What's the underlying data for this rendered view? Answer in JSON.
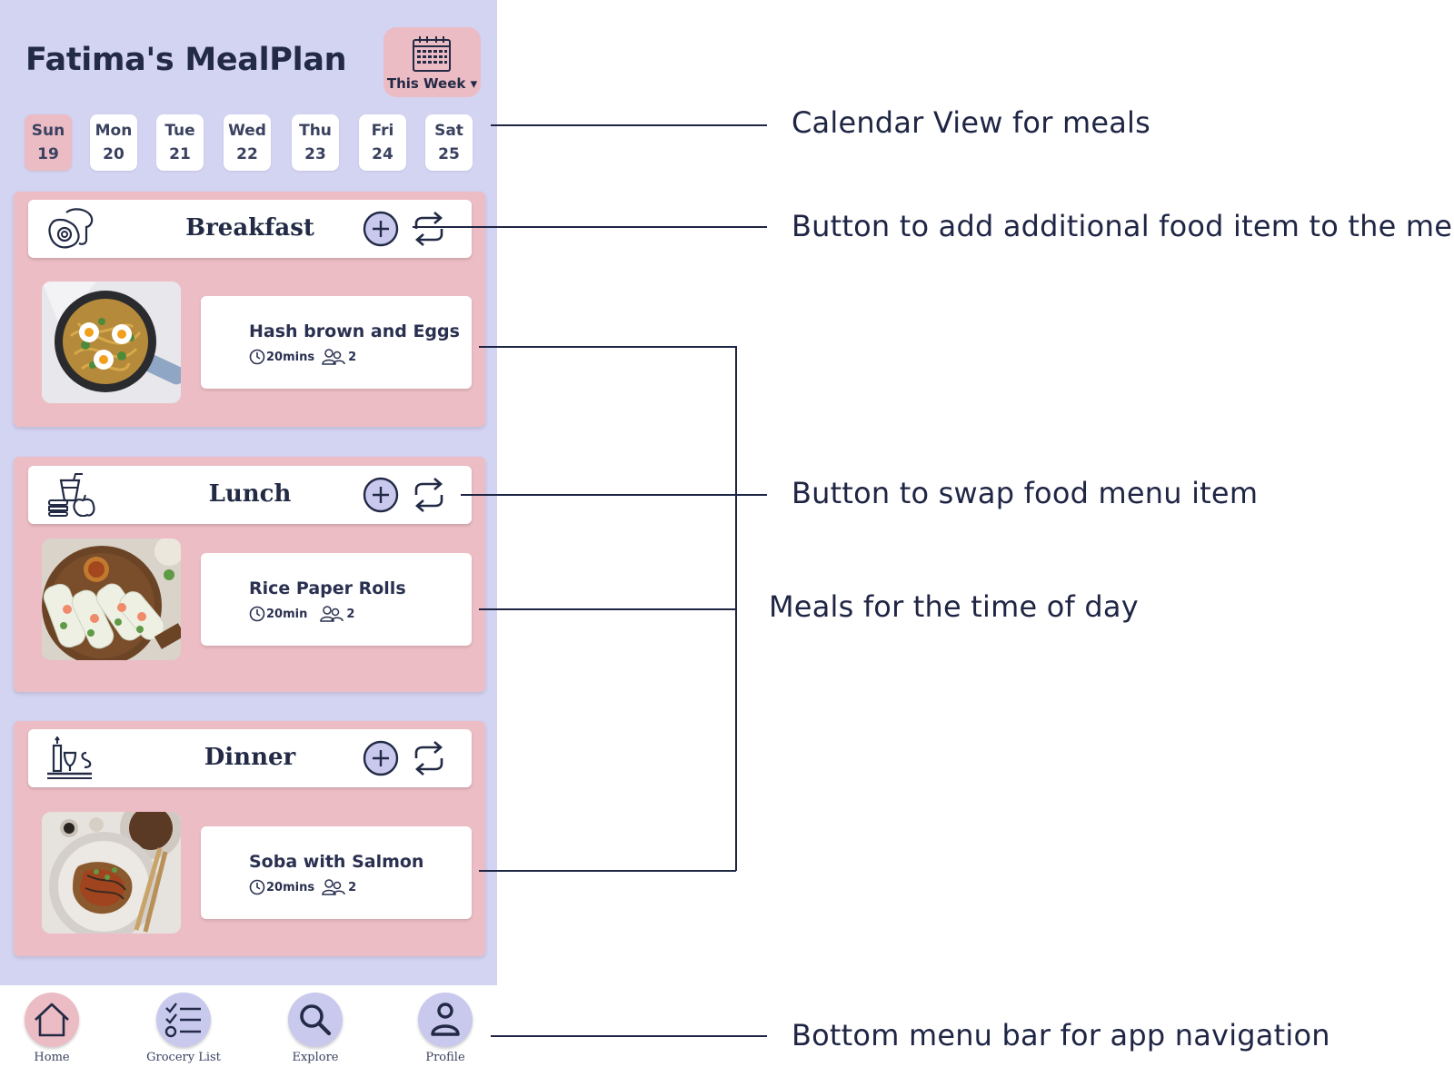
{
  "app": {
    "title": "Fatima's MealPlan",
    "week_button": {
      "label": "This Week ▾",
      "icon": "calendar-icon"
    },
    "days": [
      {
        "name": "Sun",
        "date": "19",
        "active": true
      },
      {
        "name": "Mon",
        "date": "20",
        "active": false
      },
      {
        "name": "Tue",
        "date": "21",
        "active": false
      },
      {
        "name": "Wed",
        "date": "22",
        "active": false
      },
      {
        "name": "Thu",
        "date": "23",
        "active": false
      },
      {
        "name": "Fri",
        "date": "24",
        "active": false
      },
      {
        "name": "Sat",
        "date": "25",
        "active": false
      }
    ],
    "sections": [
      {
        "title": "Breakfast",
        "icon": "breakfast-icon",
        "meal": {
          "name": "Hash brown and Eggs",
          "time": "20mins",
          "servings": "2"
        }
      },
      {
        "title": "Lunch",
        "icon": "lunch-icon",
        "meal": {
          "name": "Rice Paper Rolls",
          "time": "20min",
          "servings": "2"
        }
      },
      {
        "title": "Dinner",
        "icon": "dinner-icon",
        "meal": {
          "name": "Soba with Salmon",
          "time": "20mins",
          "servings": "2"
        }
      }
    ],
    "nav": [
      {
        "label": "Home",
        "icon": "home-icon"
      },
      {
        "label": "Grocery List",
        "icon": "grocery-list-icon"
      },
      {
        "label": "Explore",
        "icon": "search-icon"
      },
      {
        "label": "Profile",
        "icon": "profile-icon"
      }
    ]
  },
  "annotations": {
    "calendar": "Calendar View for meals",
    "add": "Button to add additional food item to the men",
    "swap": "Button to swap food menu item",
    "meals": "Meals for the time of day",
    "bottom_menu": "Bottom menu bar for app navigation"
  },
  "colors": {
    "app_background": "#d3d3f2",
    "accent_pink": "#ecbcc5",
    "text_dark": "#222a45",
    "icon_bg_lavender": "#c9c9ee"
  }
}
